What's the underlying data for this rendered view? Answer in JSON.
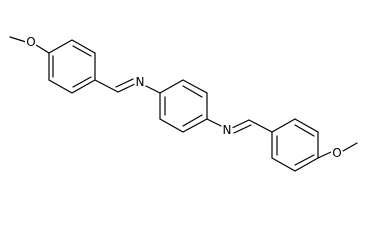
{
  "molecule": {
    "atoms": {
      "O1": "O",
      "N1": "N",
      "N2": "N",
      "O2": "O"
    }
  },
  "colors": {
    "bond": "#000000",
    "background": "#ffffff"
  }
}
